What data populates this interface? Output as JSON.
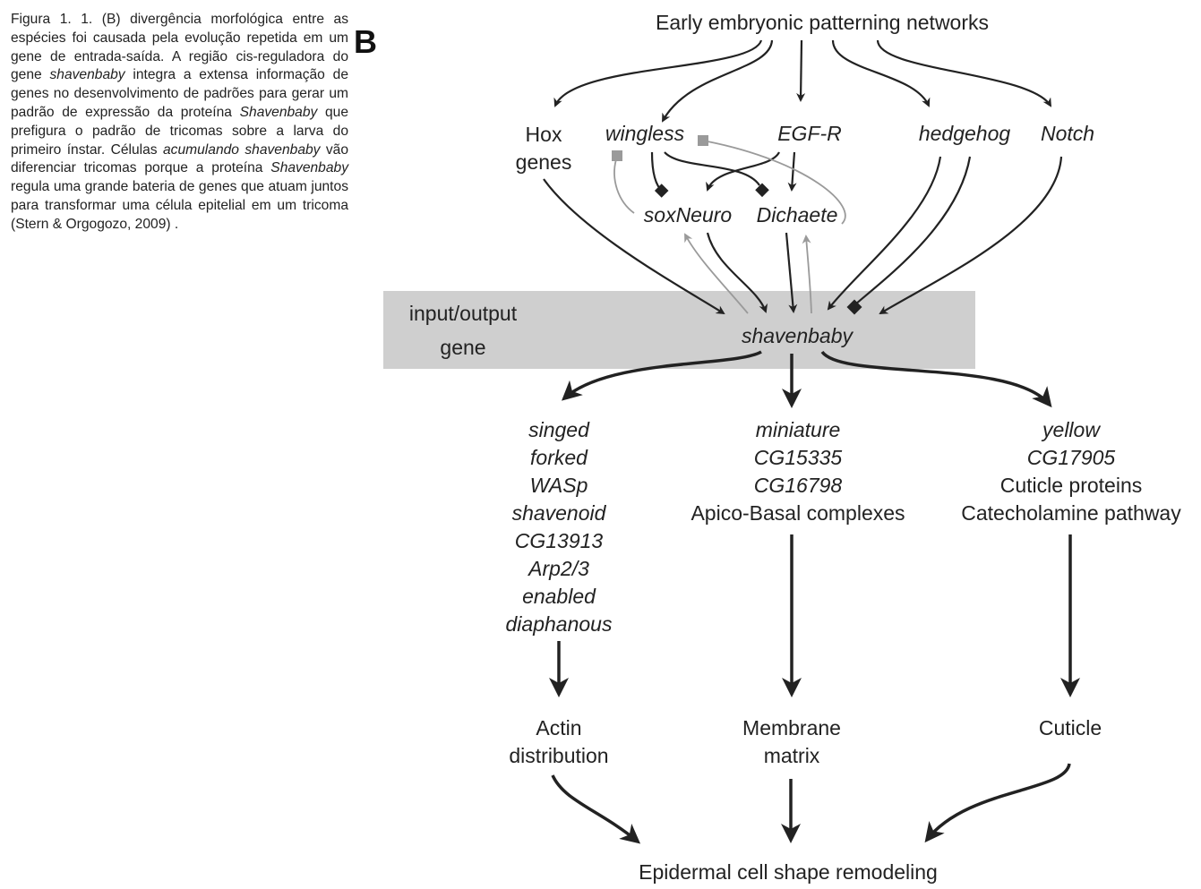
{
  "caption": {
    "part1": "Figura 1. 1. (B) divergência morfológica entre as espécies foi causada pela evolução repetida em um gene de entrada-saída. A região cis-reguladora do gene ",
    "em1": "shavenbaby",
    "part2": " integra a extensa informação de genes no desenvolvimento de padrões para gerar um padrão de expressão da proteína ",
    "em2": "Shavenbaby",
    "part3": " que prefigura o padrão de tricomas sobre a larva do primeiro ínstar. Células ",
    "em3": "acumulando shavenbaby",
    "part4": " vão diferenciar tricomas porque a proteína ",
    "em4": "Shavenbaby",
    "part5": " regula uma grande bateria de genes que atuam juntos para transformar uma célula epitelial em um tricoma (Stern & Orgogozo, 2009) ."
  },
  "panel_letter": "B",
  "nodes": {
    "top": "Early embryonic patterning networks",
    "hox": [
      "Hox",
      "genes"
    ],
    "wingless": "wingless",
    "egfr": "EGF-R",
    "hedgehog": "hedgehog",
    "notch": "Notch",
    "soxneuro": "soxNeuro",
    "dichaete": "Dichaete",
    "band_label": [
      "input/output",
      "gene"
    ],
    "shavenbaby": "shavenbaby",
    "left_targets": [
      "singed",
      "forked",
      "WASp",
      "shavenoid",
      "CG13913",
      "Arp2/3",
      "enabled",
      "diaphanous"
    ],
    "mid_targets": [
      "miniature",
      "CG15335",
      "CG16798",
      "Apico-Basal complexes"
    ],
    "right_targets": [
      "yellow",
      "CG17905",
      "Cuticle proteins",
      "Catecholamine pathway"
    ],
    "actin": [
      "Actin",
      "distribution"
    ],
    "membrane": [
      "Membrane",
      "matrix"
    ],
    "cuticle": "Cuticle",
    "bottom": "Epidermal cell shape remodeling"
  },
  "colors": {
    "ink": "#222222",
    "band": "#cfcfcf",
    "grey_link": "#9a9a9a"
  }
}
